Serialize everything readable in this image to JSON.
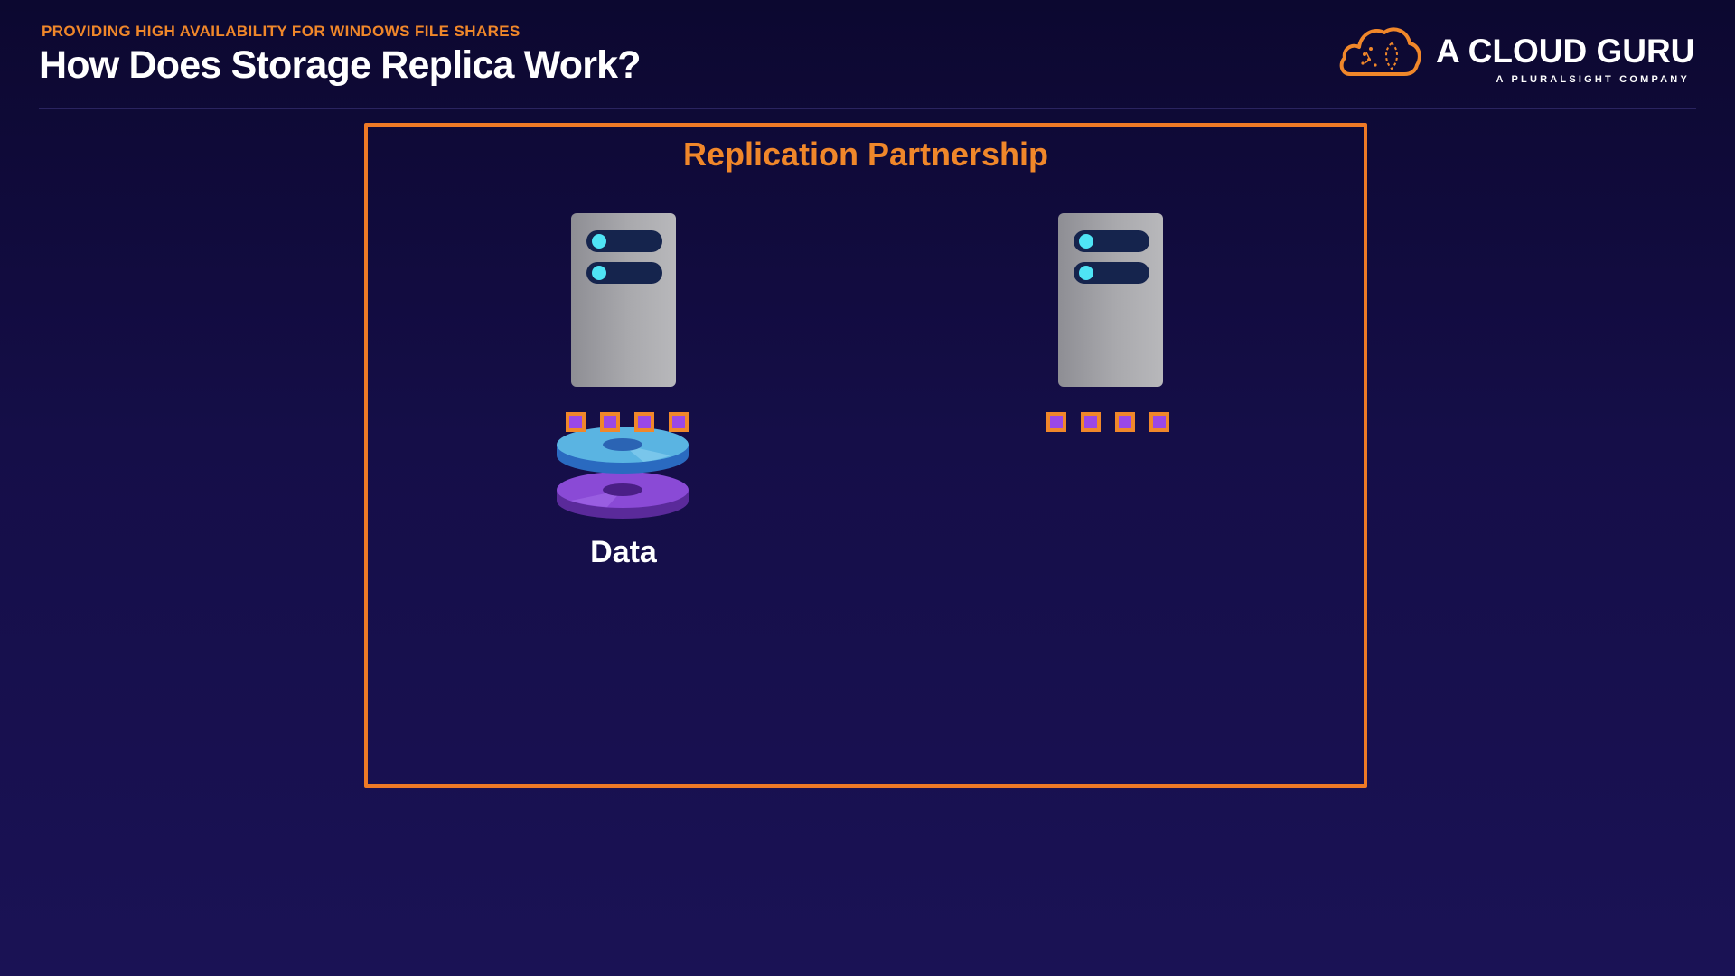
{
  "header": {
    "eyebrow": "PROVIDING HIGH AVAILABILITY FOR WINDOWS FILE SHARES",
    "title": "How Does Storage Replica Work?"
  },
  "logo": {
    "name": "A CLOUD GURU",
    "tagline": "A PLURALSIGHT COMPANY",
    "icon": "cloud-icon"
  },
  "diagram": {
    "partnership_label": "Replication Partnership",
    "source_server": {
      "icon": "server-icon",
      "block_count": 4,
      "has_data": true,
      "data_label": "Data"
    },
    "destination_server": {
      "icon": "server-icon",
      "block_count": 4,
      "has_data": false
    }
  },
  "colors": {
    "accent_orange": "#f0872a",
    "background_top": "#0c0830",
    "background_bottom": "#1a1255",
    "block_fill": "#9a48e6",
    "server_led": "#4fe4f5",
    "disk_top": "#4aa8d8",
    "disk_bottom": "#7b3fc8"
  }
}
